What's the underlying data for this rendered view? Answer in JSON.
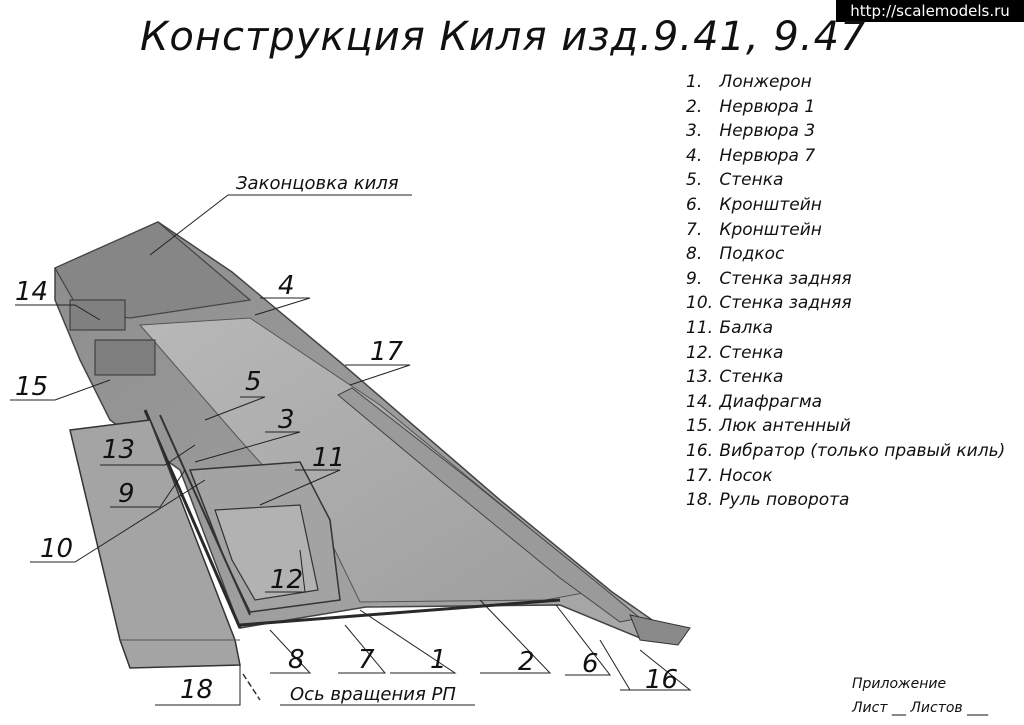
{
  "title": "Конструкция Киля изд.9.41, 9.47",
  "watermark": "http://scalemodels.ru",
  "legend": [
    {
      "num": "1.",
      "label": "Лонжерон"
    },
    {
      "num": "2.",
      "label": "Нервюра 1"
    },
    {
      "num": "3.",
      "label": "Нервюра 3"
    },
    {
      "num": "4.",
      "label": "Нервюра 7"
    },
    {
      "num": "5.",
      "label": "Стенка"
    },
    {
      "num": "6.",
      "label": "Кронштейн"
    },
    {
      "num": "7.",
      "label": "Кронштейн"
    },
    {
      "num": "8.",
      "label": "Подкос"
    },
    {
      "num": "9.",
      "label": "Стенка задняя"
    },
    {
      "num": "10.",
      "label": "Стенка задняя"
    },
    {
      "num": "11.",
      "label": "Балка"
    },
    {
      "num": "12.",
      "label": "Стенка"
    },
    {
      "num": "13.",
      "label": "Стенка"
    },
    {
      "num": "14.",
      "label": "Диафрагма"
    },
    {
      "num": "15.",
      "label": "Люк антенный"
    },
    {
      "num": "16.",
      "label": "Вибратор    (только правый киль)"
    },
    {
      "num": "17.",
      "label": "Носок"
    },
    {
      "num": "18.",
      "label": "Руль поворота"
    }
  ],
  "annotations": {
    "tip": "Законцовка киля",
    "axis": "Ось вращения РП"
  },
  "callouts": {
    "c1": "1",
    "c2": "2",
    "c3": "3",
    "c4": "4",
    "c5": "5",
    "c6": "6",
    "c7": "7",
    "c8": "8",
    "c9": "9",
    "c10": "10",
    "c11": "11",
    "c12": "12",
    "c13": "13",
    "c14": "14",
    "c15": "15",
    "c16": "16",
    "c17": "17",
    "c18": "18"
  },
  "stamp": {
    "line1": "Приложение",
    "line2": "Лист __  Листов ___"
  }
}
